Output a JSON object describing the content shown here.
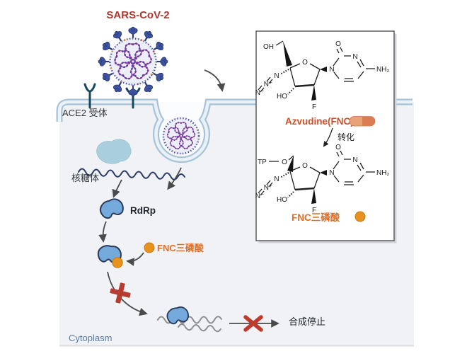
{
  "title": {
    "text": "SARS-CoV-2"
  },
  "cell": {
    "ace2_label": "ACE2 受体",
    "ribosome_label": "核糖体",
    "rdrp_label": "RdRp",
    "fnc_tp_label": "FNC三磷酸",
    "synthesis_stop_label": "合成停止",
    "cytoplasm_label": "Cytoplasm"
  },
  "panel": {
    "drug_label": "Azvudine(FNC)",
    "conversion_label": "转化",
    "fnc_tp_label": "FNC三磷酸",
    "molecule_top": {
      "oh": "OH",
      "carbonyl_o": "O",
      "ring_o": "O",
      "n_ring1": "N",
      "n_ring2": "N",
      "amine": "NH₂",
      "azide_n1": "N",
      "azide_n2": "N⁺",
      "azide_n3": "N⁻",
      "ho": "HO",
      "f": "F"
    },
    "molecule_bottom": {
      "tp": "TP",
      "o_link": "O",
      "carbonyl_o": "O",
      "ring_o": "O",
      "n_ring1": "N",
      "n_ring2": "N",
      "amine": "NH₂",
      "azide_n1": "N",
      "azide_n2": "N⁺",
      "azide_n3": "N⁻",
      "ho": "HO",
      "f": "F"
    }
  },
  "colors": {
    "title_red": "#ad372e",
    "membrane_blue": "#a6c3d8",
    "cell_fill": "#f0f2f5",
    "spike_blue": "#3c52a2",
    "rna_pink": "#c2499f",
    "enzyme_blue": "#74a9dc",
    "orange": "#e7911e",
    "orange_text": "#df6f28",
    "red_mark": "#b43c31",
    "cytoplasm_text": "#5a7aa2"
  }
}
